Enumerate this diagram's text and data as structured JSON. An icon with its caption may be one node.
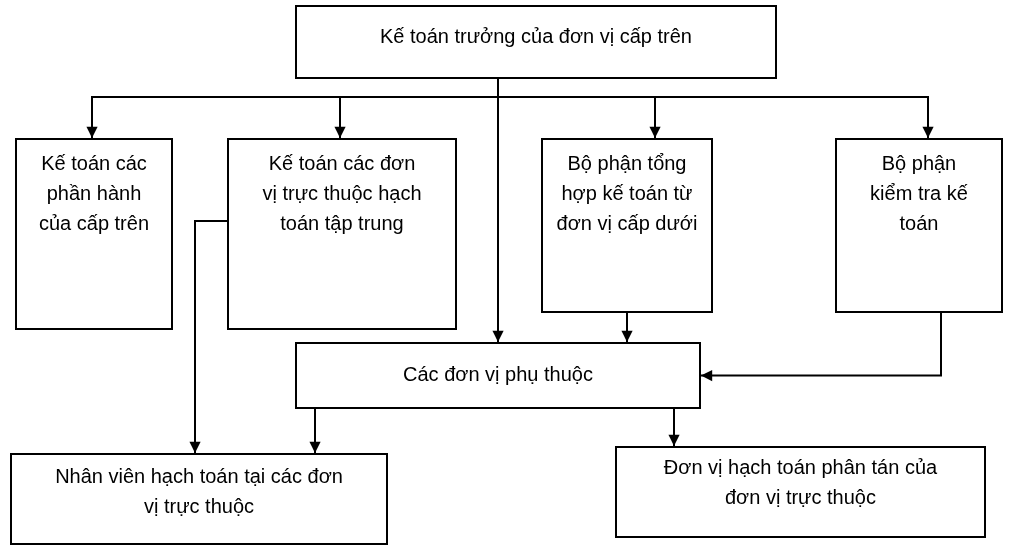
{
  "diagram": {
    "nodes": [
      {
        "text": [
          "Kế toán trưởng của đơn vị cấp trên"
        ]
      },
      {
        "text": [
          "Kế toán các phần hành của cấp trên"
        ]
      },
      {
        "text": [
          "Kế toán các đơn vị trực thuộc hạch toán tập trung"
        ]
      },
      {
        "text": [
          "Bộ phận tổng hợp kế toán từ đơn vị cấp dưới"
        ]
      },
      {
        "text": [
          "Bộ phận kiểm tra kế toán"
        ]
      },
      {
        "text": [
          "Các đơn vị phụ thuộc"
        ]
      },
      {
        "text": [
          "Nhân viên hạch toán tại các đơn vị trực thuộc"
        ]
      },
      {
        "text": [
          "Đơn vị hạch toán phân tán của đơn vị trực thuộc"
        ]
      }
    ],
    "edges": [
      {
        "from": 0,
        "to": 1,
        "arrow": "to"
      },
      {
        "from": 0,
        "to": 2,
        "arrow": "to"
      },
      {
        "from": 0,
        "to": 3,
        "arrow": "to"
      },
      {
        "from": 0,
        "to": 4,
        "arrow": "to"
      },
      {
        "from": 0,
        "to": 5,
        "arrow": "to"
      },
      {
        "from": 2,
        "to": 6,
        "arrow": "to"
      },
      {
        "from": 3,
        "to": 5,
        "arrow": "to"
      },
      {
        "from": 4,
        "to": 5,
        "arrow": "to"
      },
      {
        "from": 5,
        "to": 6,
        "arrow": "to"
      },
      {
        "from": 5,
        "to": 7,
        "arrow": "to"
      }
    ]
  }
}
